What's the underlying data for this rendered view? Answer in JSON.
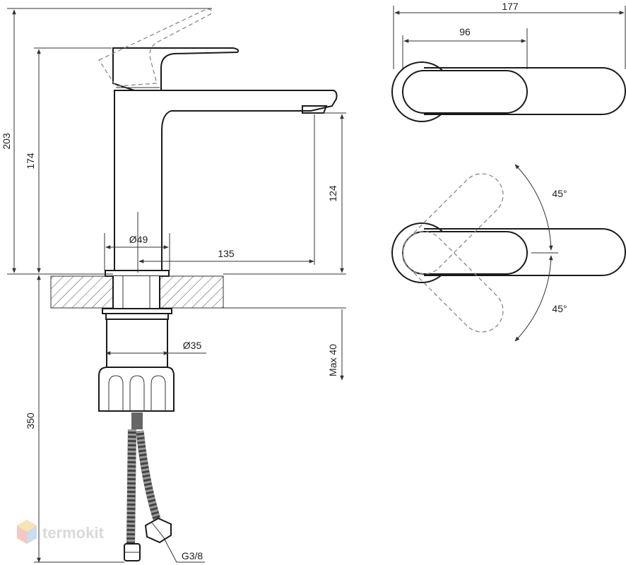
{
  "dimensions": {
    "total_height": "203",
    "body_height": "174",
    "spout_height": "124",
    "base_diameter": "Ø49",
    "reach": "135",
    "top_length": "177",
    "handle_length": "96",
    "angle_upper": "45°",
    "angle_lower": "45°",
    "shank_diameter": "Ø35",
    "max_thickness": "Max 40",
    "hose_length": "350",
    "thread": "G3/8"
  },
  "watermark": {
    "text": "termokit",
    "colors": [
      "#e74c3c",
      "#3498db",
      "#f1c40f"
    ]
  }
}
